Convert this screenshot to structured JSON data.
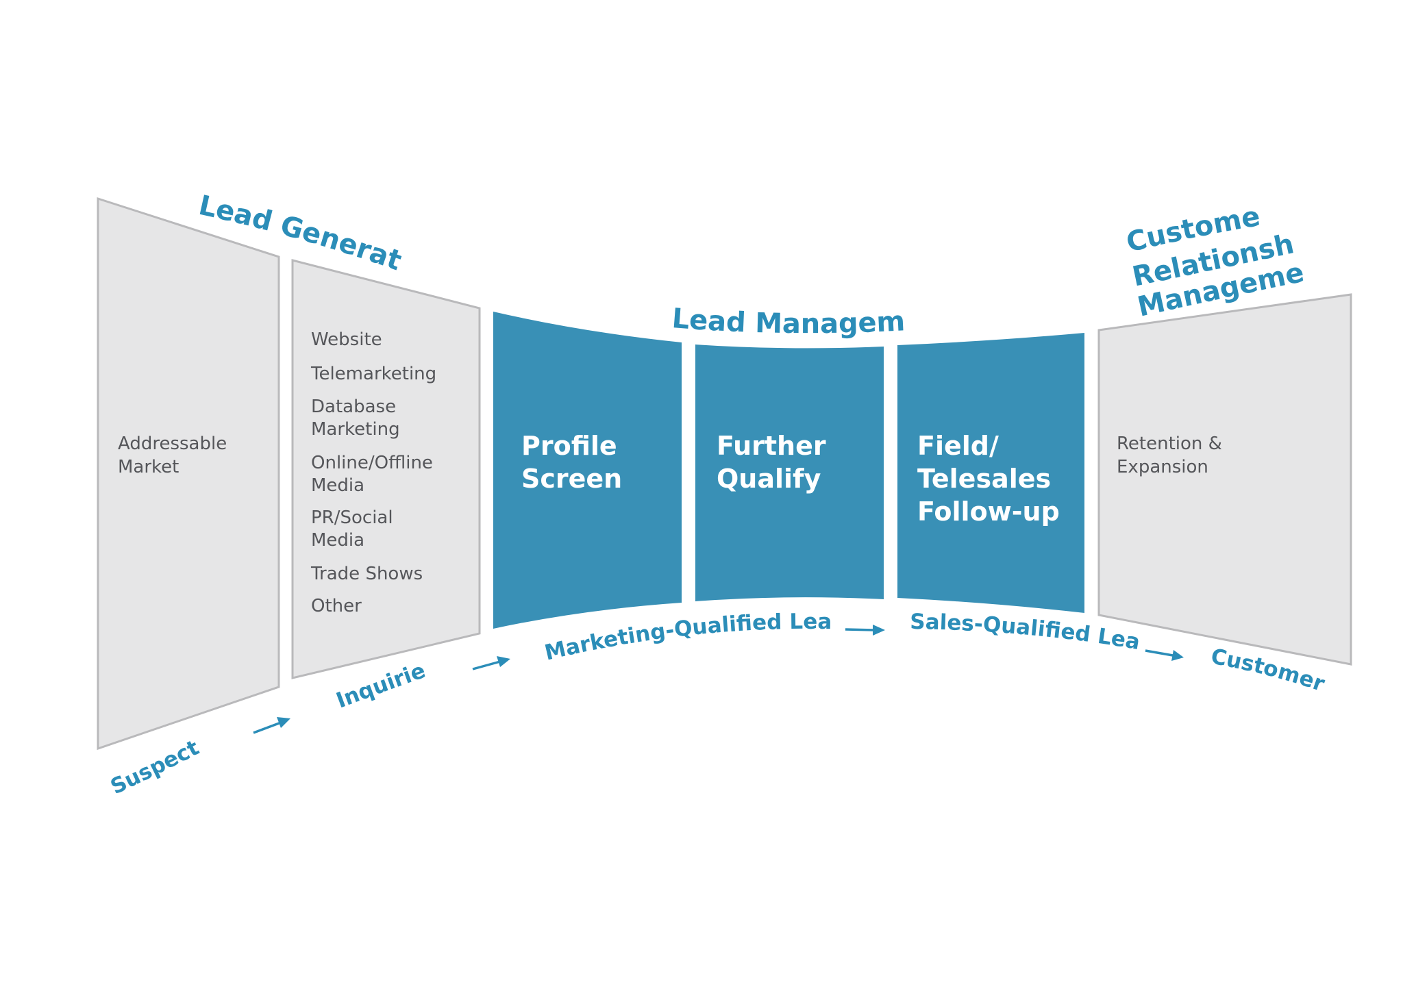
{
  "headings": {
    "lead_generation": "Lead Generation",
    "lead_management": "Lead Management",
    "crm": [
      "Customer",
      "Relationship",
      "Management"
    ]
  },
  "panels": {
    "addressable_market": [
      "Addressable",
      "Market"
    ],
    "lead_sources": [
      [
        "Website"
      ],
      [
        "Telemarketing"
      ],
      [
        "Database",
        "Marketing"
      ],
      [
        "Online/Offline",
        "Media"
      ],
      [
        "PR/Social",
        "Media"
      ],
      [
        "Trade Shows"
      ],
      [
        "Other"
      ]
    ],
    "profile_screen": [
      "Profile",
      "Screen"
    ],
    "further_qualify": [
      "Further",
      "Qualify"
    ],
    "field_telesales": [
      "Field/",
      "Telesales",
      "Follow-up"
    ],
    "retention": [
      "Retention &",
      "Expansion"
    ]
  },
  "flow_labels": {
    "suspects": "Suspects",
    "inquiries": "Inquiries",
    "mql": "Marketing-Qualified Leads",
    "sql": "Sales-Qualified Leads",
    "customers": "Customers"
  },
  "colors": {
    "accent": "#2b8db8",
    "stage_fill": "#3990b6",
    "panel_fill": "#e6e6e7",
    "panel_stroke": "#b9b9bb",
    "body_text": "#55565a"
  }
}
